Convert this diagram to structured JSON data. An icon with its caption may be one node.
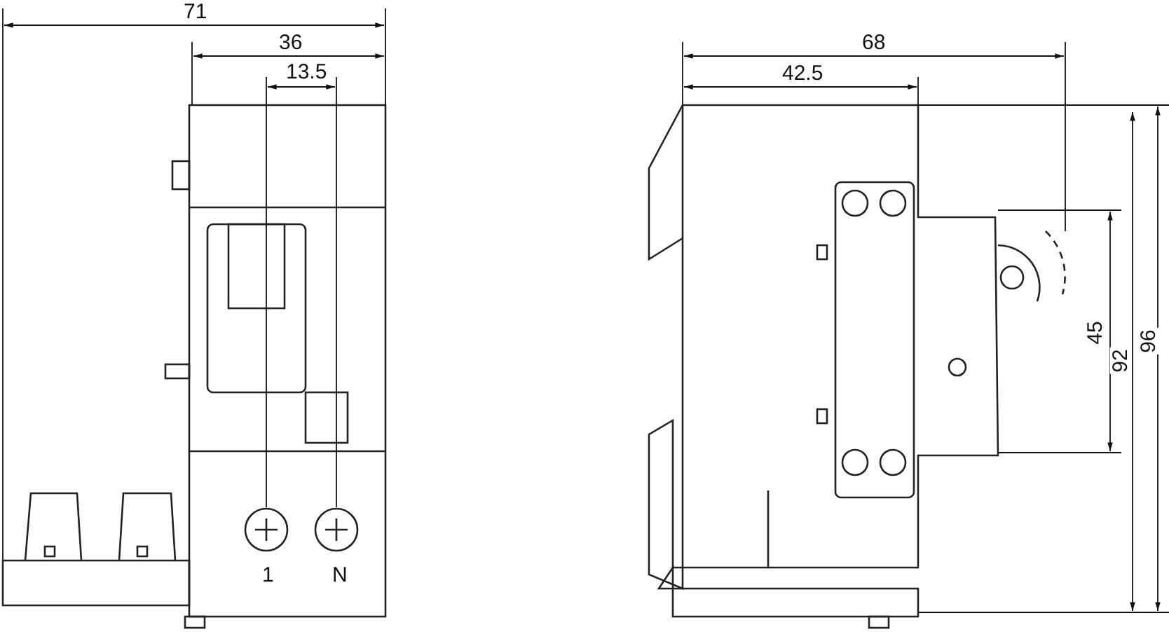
{
  "diagram": {
    "labels": [
      "71",
      "36",
      "13.5",
      "1",
      "N",
      "68",
      "42.5",
      "45",
      "92",
      "96"
    ]
  }
}
